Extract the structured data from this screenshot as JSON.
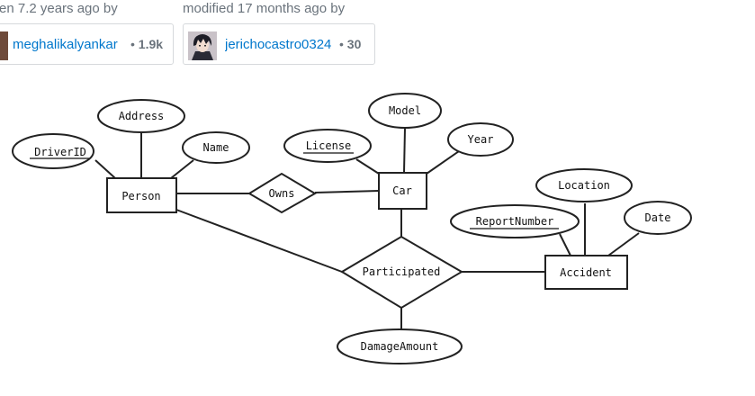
{
  "post_meta": {
    "asked_text": "en 7.2 years ago by",
    "modified_text": "modified 17 months ago by"
  },
  "users": [
    {
      "name": "meghalikalyankar",
      "separator": "•",
      "reputation": "1.9k"
    },
    {
      "name": "jerichocastro0324",
      "separator": "•",
      "reputation": "30"
    }
  ],
  "diagram": {
    "entities": [
      "Person",
      "Car",
      "Accident"
    ],
    "relationships": [
      "Owns",
      "Participated"
    ],
    "attributes": {
      "person": [
        "DriverID",
        "Address",
        "Name"
      ],
      "car": [
        "License",
        "Model",
        "Year"
      ],
      "accident": [
        "ReportNumber",
        "Location",
        "Date"
      ],
      "participated": [
        "DamageAmount"
      ]
    },
    "key_attributes": [
      "DriverID",
      "License",
      "ReportNumber"
    ]
  }
}
